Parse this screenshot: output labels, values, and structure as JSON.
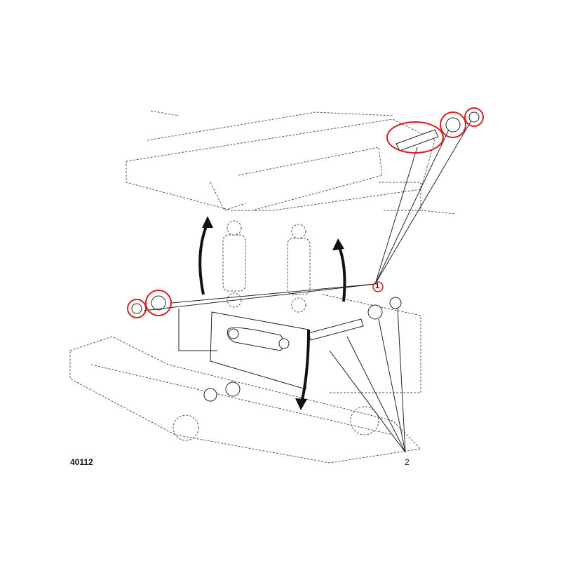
{
  "figure": {
    "code": "40112",
    "callouts": [
      "1",
      "2"
    ],
    "highlight_color": "#d42020",
    "line_color": "#222222"
  }
}
